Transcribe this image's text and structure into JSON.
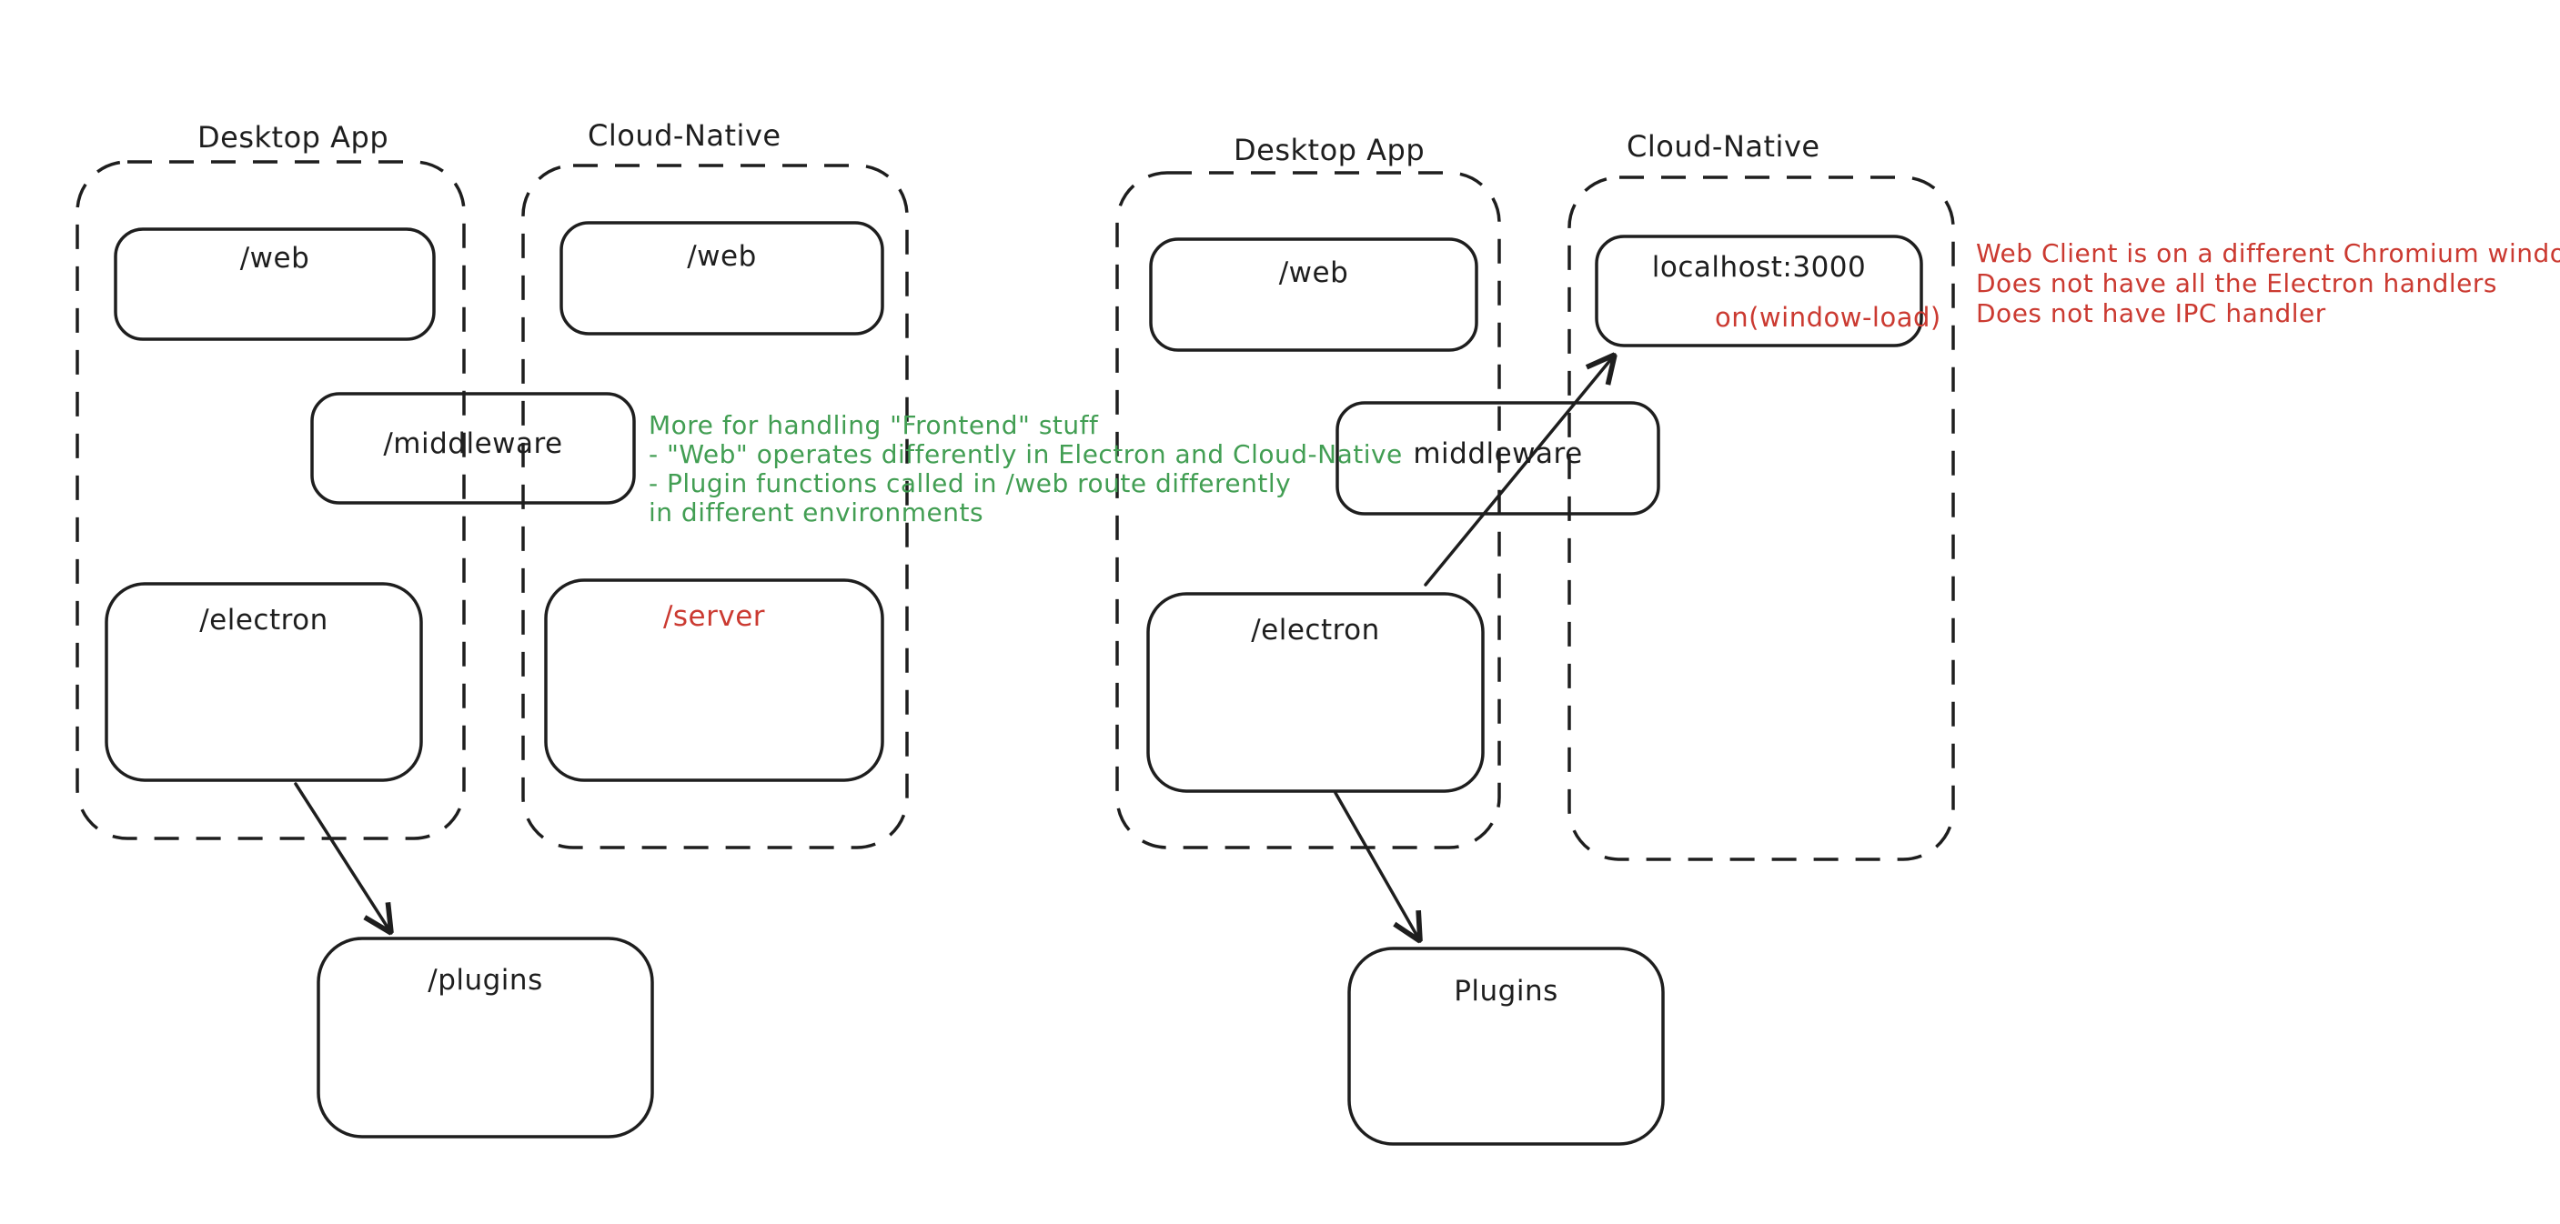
{
  "diagram_type": "hand-drawn architecture diagram (whiteboard style)",
  "colors": {
    "stroke": "#1e1e1e",
    "red": "#cb3a31",
    "green": "#429e53",
    "background": "#ffffff"
  },
  "left": {
    "desktop": {
      "title": "Desktop App",
      "web": "/web",
      "electron": "/electron"
    },
    "cloud": {
      "title": "Cloud-Native",
      "web": "/web",
      "server": "/server"
    },
    "middleware": "/middleware",
    "plugins": "/plugins",
    "note": {
      "lines": [
        "More for handling \"Frontend\" stuff",
        "- \"Web\" operates differently in Electron and Cloud-Native",
        "- Plugin functions called in /web route differently",
        "in different environments"
      ]
    }
  },
  "right": {
    "desktop": {
      "title": "Desktop App",
      "web": "/web",
      "electron": "/electron"
    },
    "cloud": {
      "title": "Cloud-Native",
      "localhost": "localhost:3000",
      "window_load": "on(window-load)"
    },
    "middleware": "middleware",
    "plugins": "Plugins",
    "note": {
      "lines": [
        "Web Client is on a different Chromium window",
        "Does not have all the Electron handlers",
        "Does not have IPC handler"
      ]
    }
  }
}
